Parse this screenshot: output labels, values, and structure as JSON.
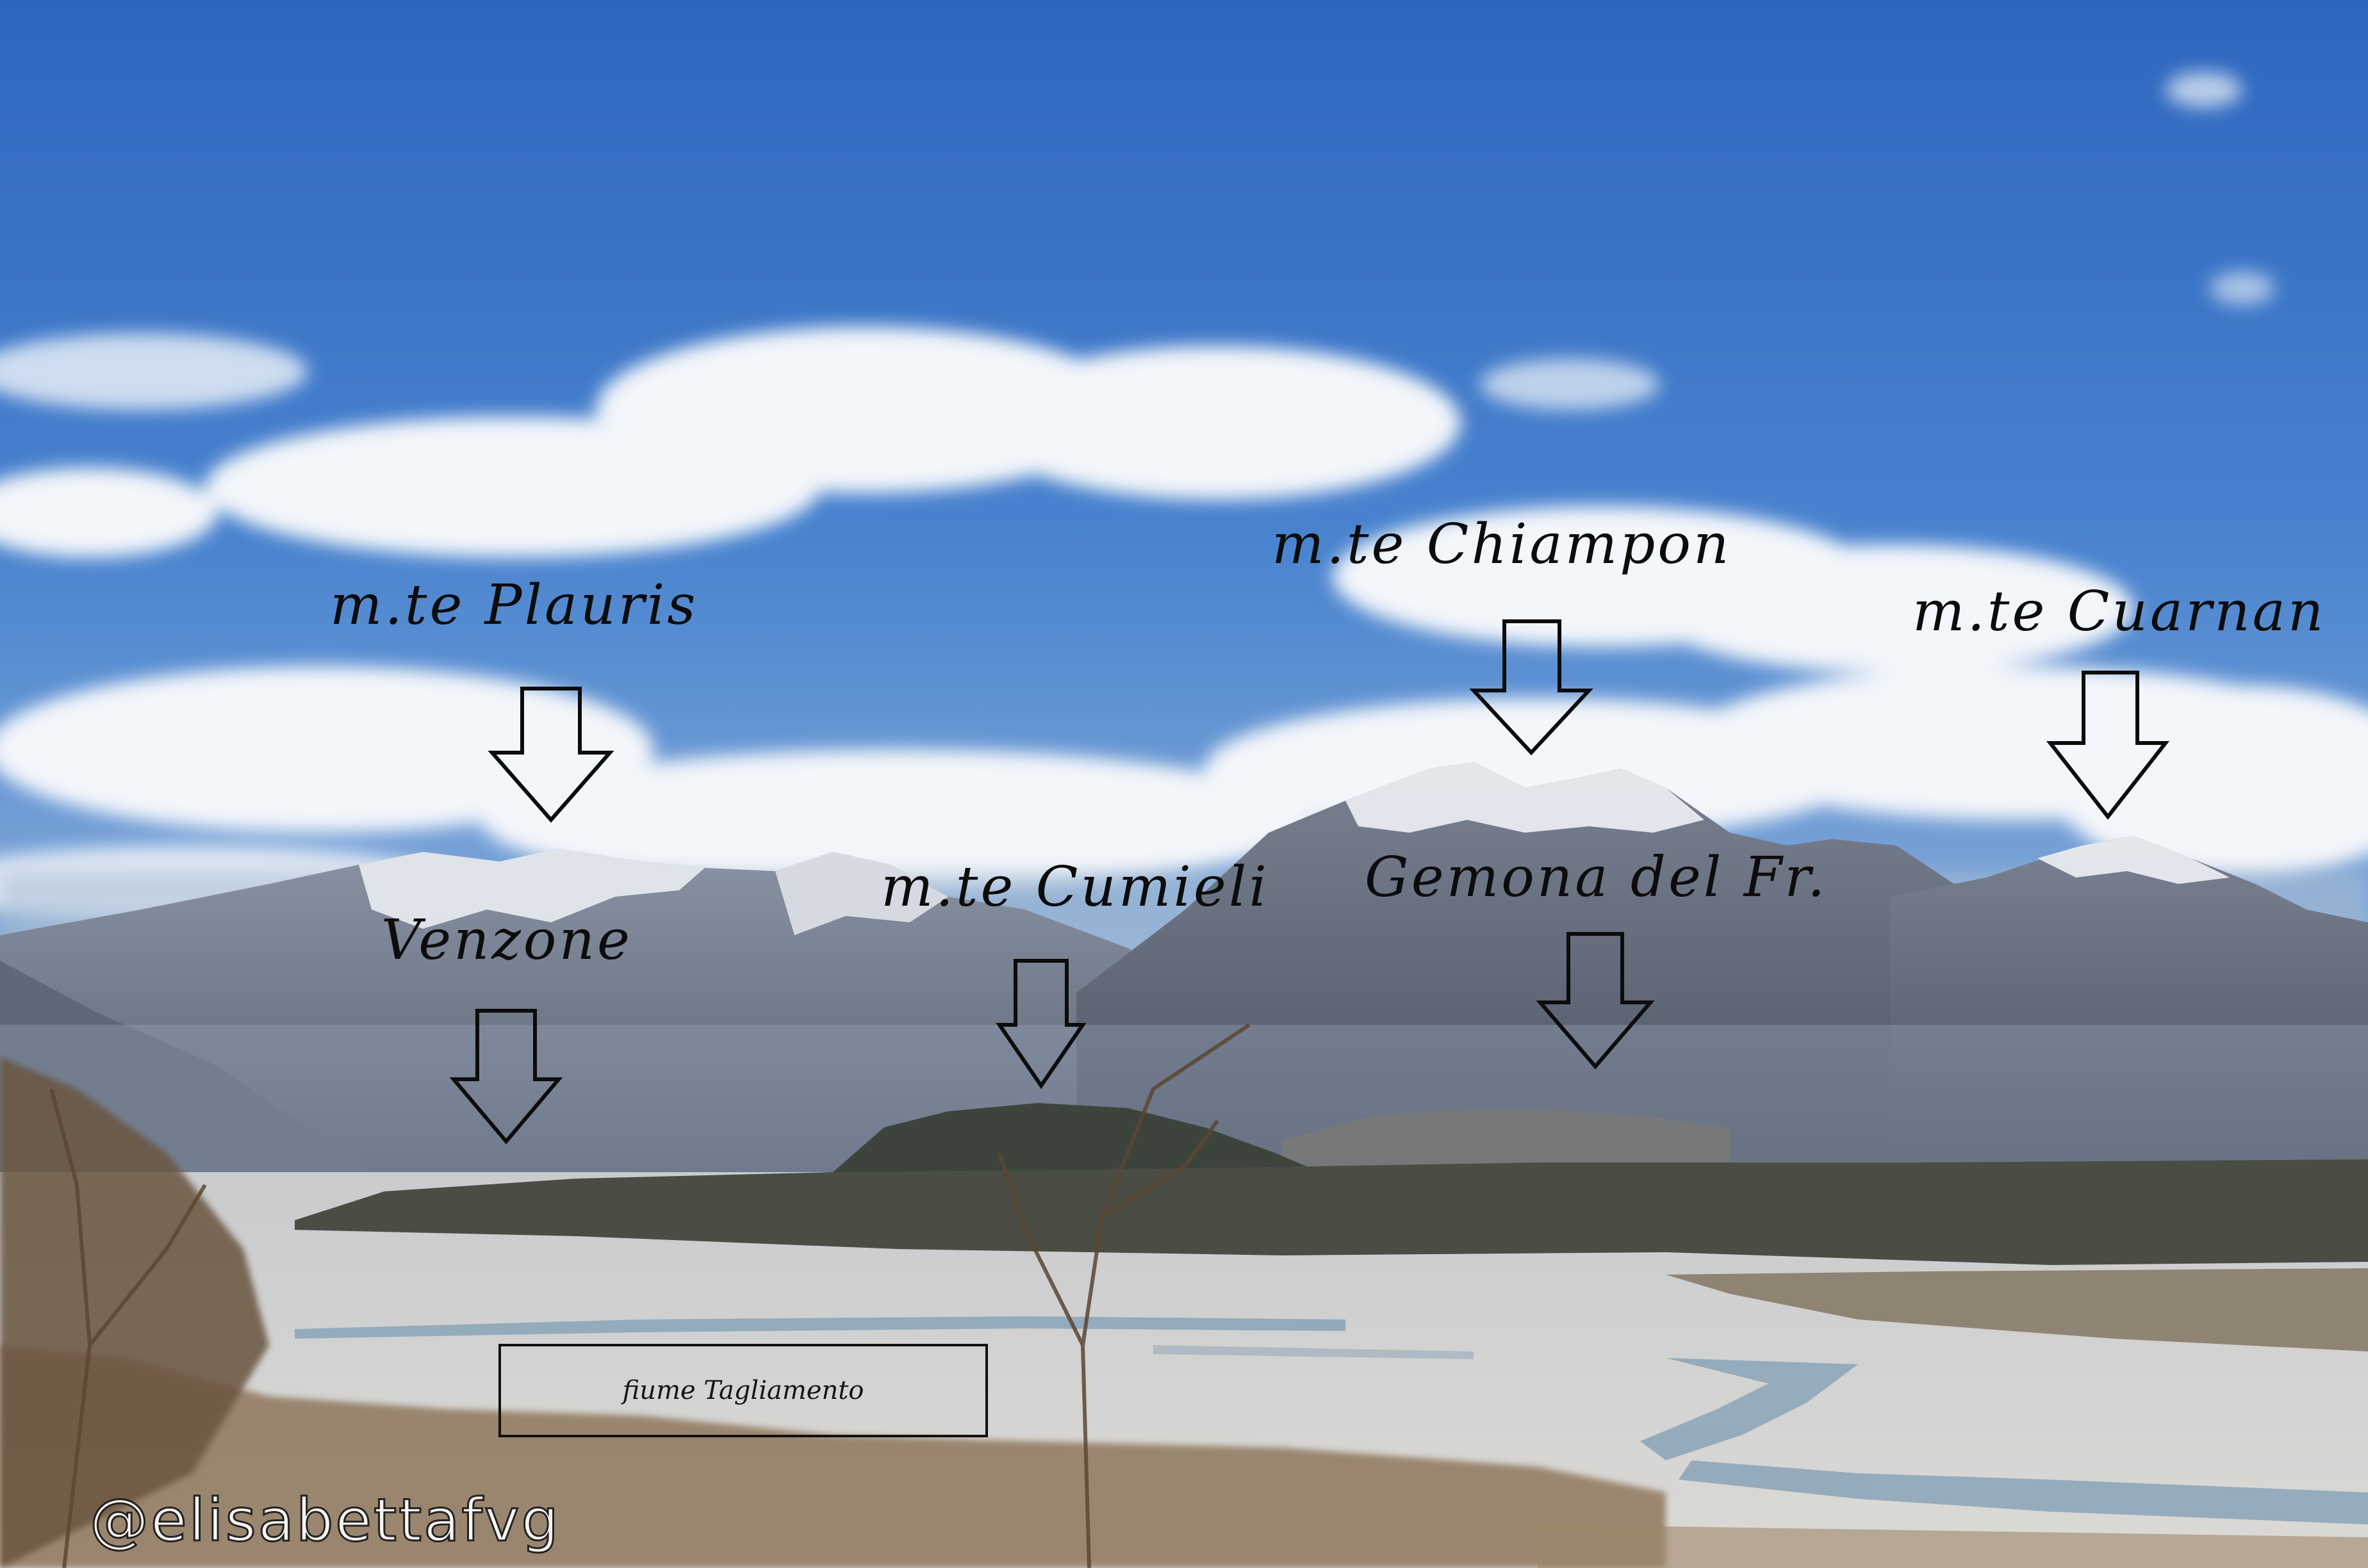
{
  "annotations": {
    "plauris": "m.te Plauris",
    "chiampon": "m.te Chiampon",
    "cuarnan": "m.te Cuarnan",
    "cumieli": "m.te Cumieli",
    "gemona": "Gemona del Fr.",
    "venzone": "Venzone"
  },
  "river_label": "fiume Tagliamento",
  "watermark": "@elisabettafvg",
  "colors": {
    "sky_top": "#2d66bf",
    "sky_low": "#8fb2dc",
    "mountain": "#6c7585",
    "snow": "#eef1f5",
    "riverbed": "#cfd0d0",
    "forest": "#4a4d44",
    "brush": "#8b7257",
    "annotation": "#0c0c0c"
  }
}
